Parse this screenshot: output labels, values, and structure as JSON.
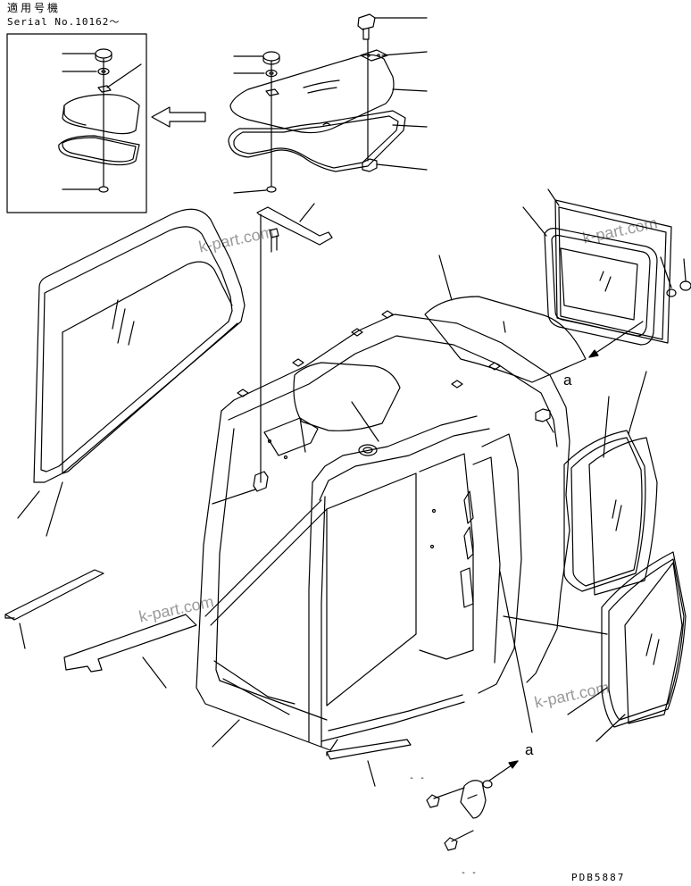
{
  "header": {
    "applicable_label": "適用号機",
    "serial_label": "Serial No.10162～"
  },
  "watermarks": [
    "k-part.com",
    "k-part.com",
    "k-part.com",
    "k-part.com"
  ],
  "reference_marks": [
    "a",
    "a"
  ],
  "page_code": "PDB5887",
  "dashes": [
    "- -",
    "- -"
  ]
}
